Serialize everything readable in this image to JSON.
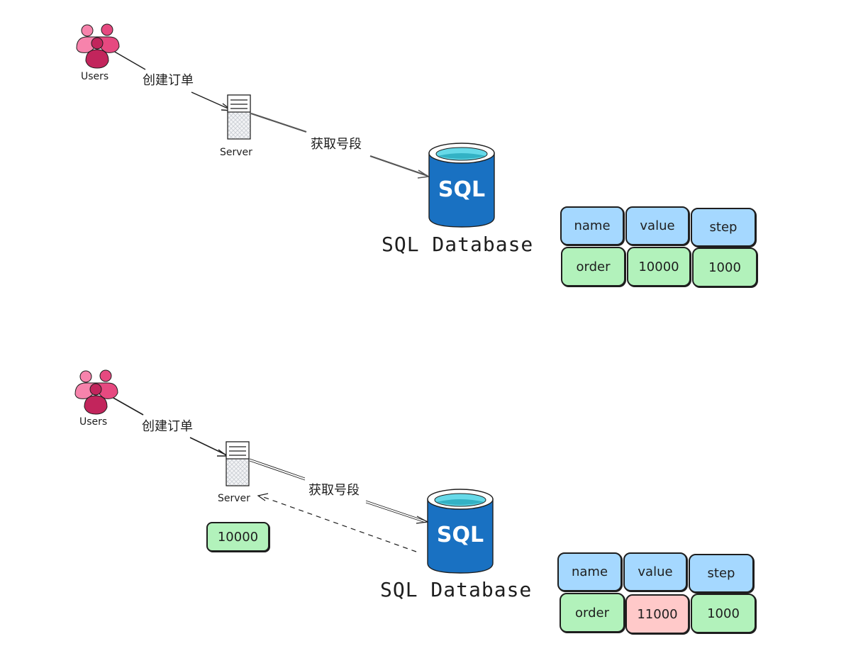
{
  "colors": {
    "header_fill": "#a5d8ff",
    "row_fill": "#b2f2bb",
    "changed_fill": "#ffc9c9",
    "db_blue": "#1971c2",
    "db_water": "#4dd9ee",
    "users_pink_light": "#f06595",
    "users_pink_mid": "#e64980",
    "users_pink_dark": "#c2255c",
    "stroke": "#1e1e1e"
  },
  "scenes": [
    {
      "users_label": "Users",
      "create_order_label": "创建订单",
      "server_label": "Server",
      "fetch_segment_label": "获取号段",
      "db_icon_text": "SQL",
      "db_label": "SQL Database",
      "table": {
        "headers": [
          "name",
          "value",
          "step"
        ],
        "row": [
          "order",
          "10000",
          "1000"
        ]
      }
    },
    {
      "users_label": "Users",
      "create_order_label": "创建订单",
      "server_label": "Server",
      "fetch_segment_label": "获取号段",
      "db_icon_text": "SQL",
      "db_label": "SQL Database",
      "returned_value": "10000",
      "table": {
        "headers": [
          "name",
          "value",
          "step"
        ],
        "row": [
          "order",
          "11000",
          "1000"
        ],
        "changed_column": "value"
      }
    }
  ]
}
